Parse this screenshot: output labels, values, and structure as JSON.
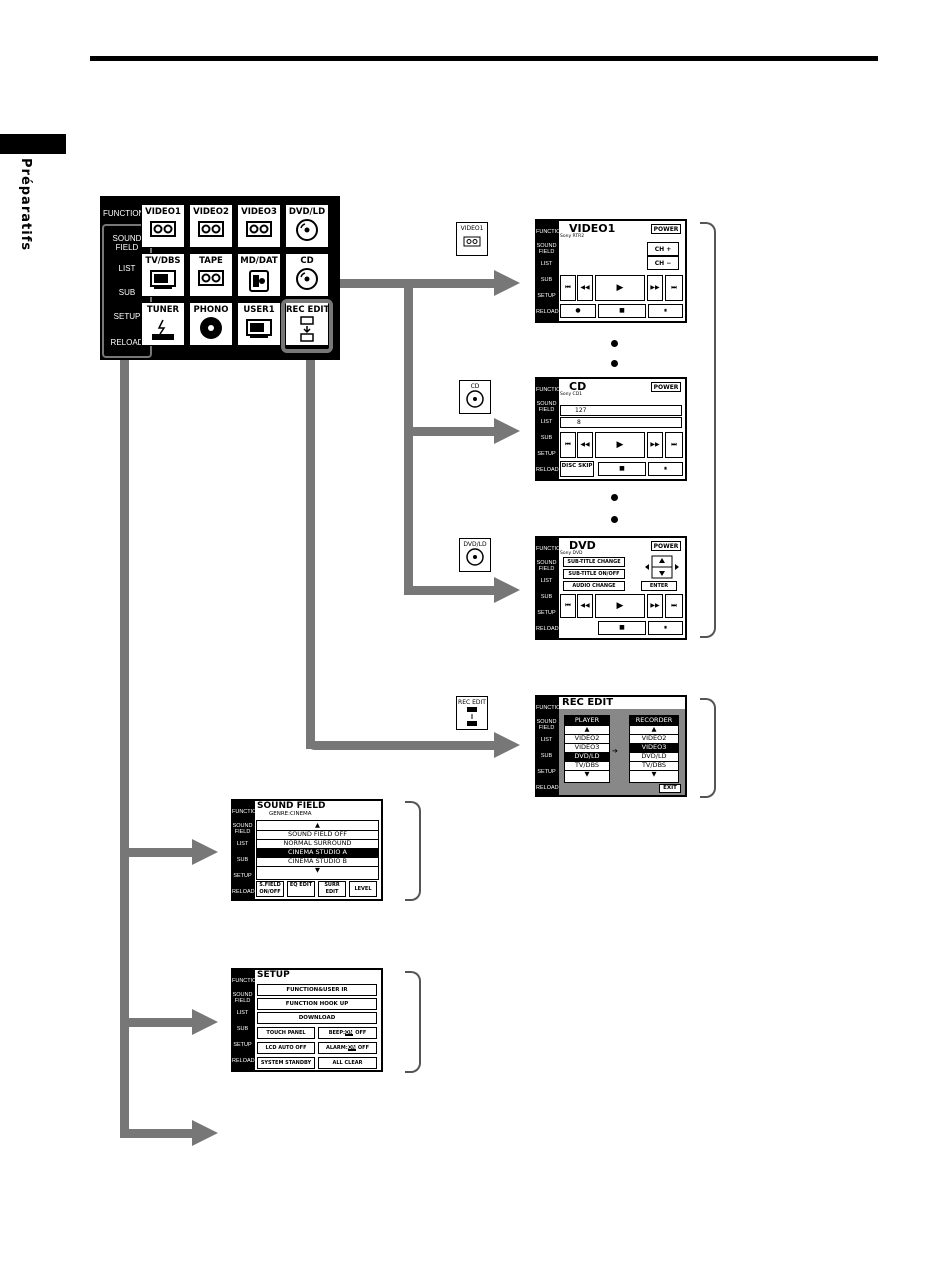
{
  "page": {
    "side_label": "Préparatifs"
  },
  "main_panel": {
    "function_label": "FUNCTION",
    "menu": [
      "SOUND FIELD",
      "LIST",
      "SUB",
      "SETUP",
      "RELOAD"
    ],
    "tiles": [
      "VIDEO1",
      "VIDEO2",
      "VIDEO3",
      "DVD/LD",
      "TV/DBS",
      "TAPE",
      "MD/DAT",
      "CD",
      "TUNER",
      "PHONO",
      "USER1",
      "REC EDIT"
    ],
    "tile_icons": [
      "tape-icon",
      "tape-icon",
      "tape-icon",
      "disc-icon",
      "tv-icon",
      "tape-icon",
      "md-icon",
      "disc-icon",
      "tuner-icon",
      "record-icon",
      "tv-icon",
      "rec-edit-icon"
    ]
  },
  "small_icons": {
    "video1": "VIDEO1",
    "cd": "CD",
    "dvd": "DVD/LD",
    "rec_edit": "REC EDIT"
  },
  "screen_side_menu": [
    "FUNCTION",
    "SOUND FIELD",
    "LIST",
    "SUB",
    "SETUP",
    "RELOAD"
  ],
  "video1_screen": {
    "title": "VIDEO1",
    "subtitle": "Sony RTR2",
    "power": "POWER",
    "ch_up": "CH +",
    "ch_down": "CH −",
    "transport_row1": [
      "⏮",
      "◀◀",
      "▶",
      "▶▶",
      "⏭"
    ],
    "transport_row2": [
      "●",
      "■",
      "⏸"
    ]
  },
  "cd_screen": {
    "title": "CD",
    "subtitle": "Sony CD1",
    "power": "POWER",
    "disc_num": "127",
    "track_num": "8",
    "transport_row1": [
      "⏮",
      "◀◀",
      "▶",
      "▶▶",
      "⏭"
    ],
    "disc_skip": "DISC SKIP",
    "transport_row2": [
      "■",
      "⏸"
    ]
  },
  "dvd_screen": {
    "title": "DVD",
    "subtitle": "Sony DVD",
    "power": "POWER",
    "buttons": [
      "SUB-TITLE CHANGE",
      "SUB-TITLE ON/OFF",
      "AUDIO CHANGE",
      "ENTER"
    ],
    "transport_row1": [
      "⏮",
      "◀◀",
      "▶",
      "▶▶",
      "⏭"
    ],
    "transport_row2": [
      "■",
      "⏸"
    ]
  },
  "rec_edit_screen": {
    "title": "REC EDIT",
    "player_header": "PLAYER",
    "player_items": [
      "VIDEO2",
      "VIDEO3",
      "DVD/LD",
      "TV/DBS"
    ],
    "recorder_header": "RECORDER",
    "recorder_items": [
      "VIDEO2",
      "VIDEO3",
      "DVD/LD",
      "TV/DBS"
    ],
    "exit": "EXIT"
  },
  "sound_field_screen": {
    "title": "SOUND FIELD",
    "genre": "GENRE:CINEMA",
    "items": [
      "SOUND FIELD OFF",
      "NORMAL SURROUND",
      "CINEMA STUDIO A",
      "CINEMA STUDIO B"
    ],
    "buttons": [
      "S.FIELD ON/OFF",
      "EQ EDIT",
      "SURR EDIT",
      "LEVEL"
    ]
  },
  "setup_screen": {
    "title": "SETUP",
    "rows": [
      "FUNCTION&USER IR",
      "FUNCTION HOOK UP",
      "DOWNLOAD"
    ],
    "touch_panel": "TOUCH PANEL",
    "beep": "BEEP:",
    "beep_on": "ON",
    "beep_off": "OFF",
    "lcd_auto_off": "LCD AUTO OFF",
    "alarm": "ALARM:",
    "alarm_on": "ON",
    "alarm_off": "OFF",
    "system_standby": "SYSTEM STANDBY",
    "all_clear": "ALL CLEAR"
  }
}
